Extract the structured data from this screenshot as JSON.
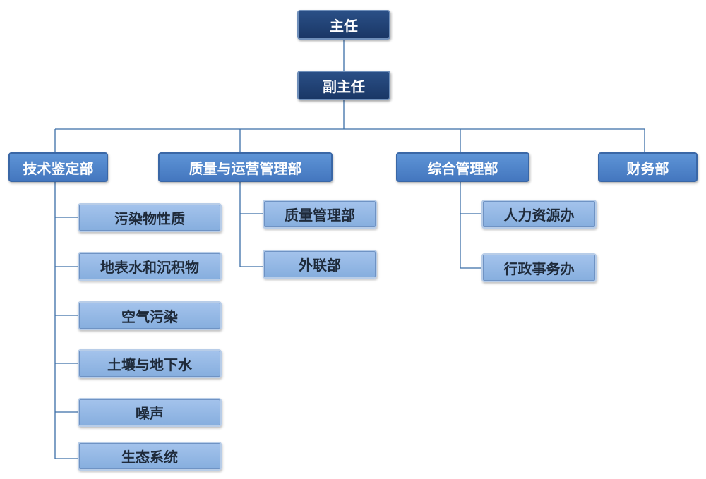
{
  "top": {
    "director": "主任",
    "deputy_director": "副主任"
  },
  "departments": [
    {
      "name": "技术鉴定部",
      "units": [
        "污染物性质",
        "地表水和沉积物",
        "空气污染",
        "土壤与地下水",
        "噪声",
        "生态系统"
      ]
    },
    {
      "name": "质量与运营管理部",
      "units": [
        "质量管理部",
        "外联部"
      ]
    },
    {
      "name": "综合管理部",
      "units": [
        "人力资源办",
        "行政事务办"
      ]
    },
    {
      "name": "财务部",
      "units": []
    }
  ],
  "colors": {
    "top_box": "#1f3f73",
    "department_box": "#4f86cc",
    "unit_box": "#94b8e6",
    "connector": "#3b6ea8"
  }
}
